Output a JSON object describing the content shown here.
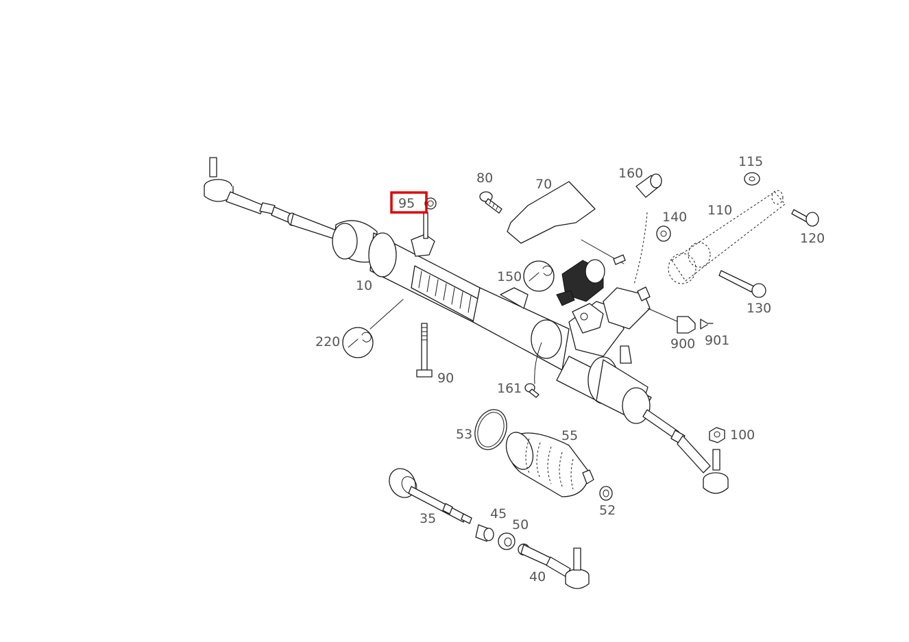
{
  "diagram": {
    "highlight_color": "#e00000",
    "labels": {
      "p10": "10",
      "p35": "35",
      "p40": "40",
      "p45": "45",
      "p50": "50",
      "p52": "52",
      "p53": "53",
      "p55": "55",
      "p70": "70",
      "p80": "80",
      "p90": "90",
      "p95": "95",
      "p100": "100",
      "p110": "110",
      "p115": "115",
      "p120": "120",
      "p130": "130",
      "p140": "140",
      "p150": "150",
      "p160": "160",
      "p161": "161",
      "p220": "220",
      "p900": "900",
      "p901": "901"
    },
    "selected_part": "95"
  }
}
